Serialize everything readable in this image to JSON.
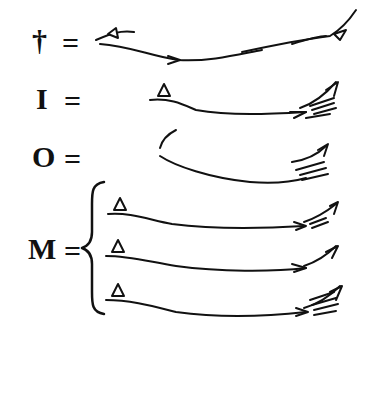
{
  "diagram": {
    "labels": [
      "†",
      "=",
      "I",
      "=",
      "O",
      "=",
      "M",
      "="
    ]
  }
}
